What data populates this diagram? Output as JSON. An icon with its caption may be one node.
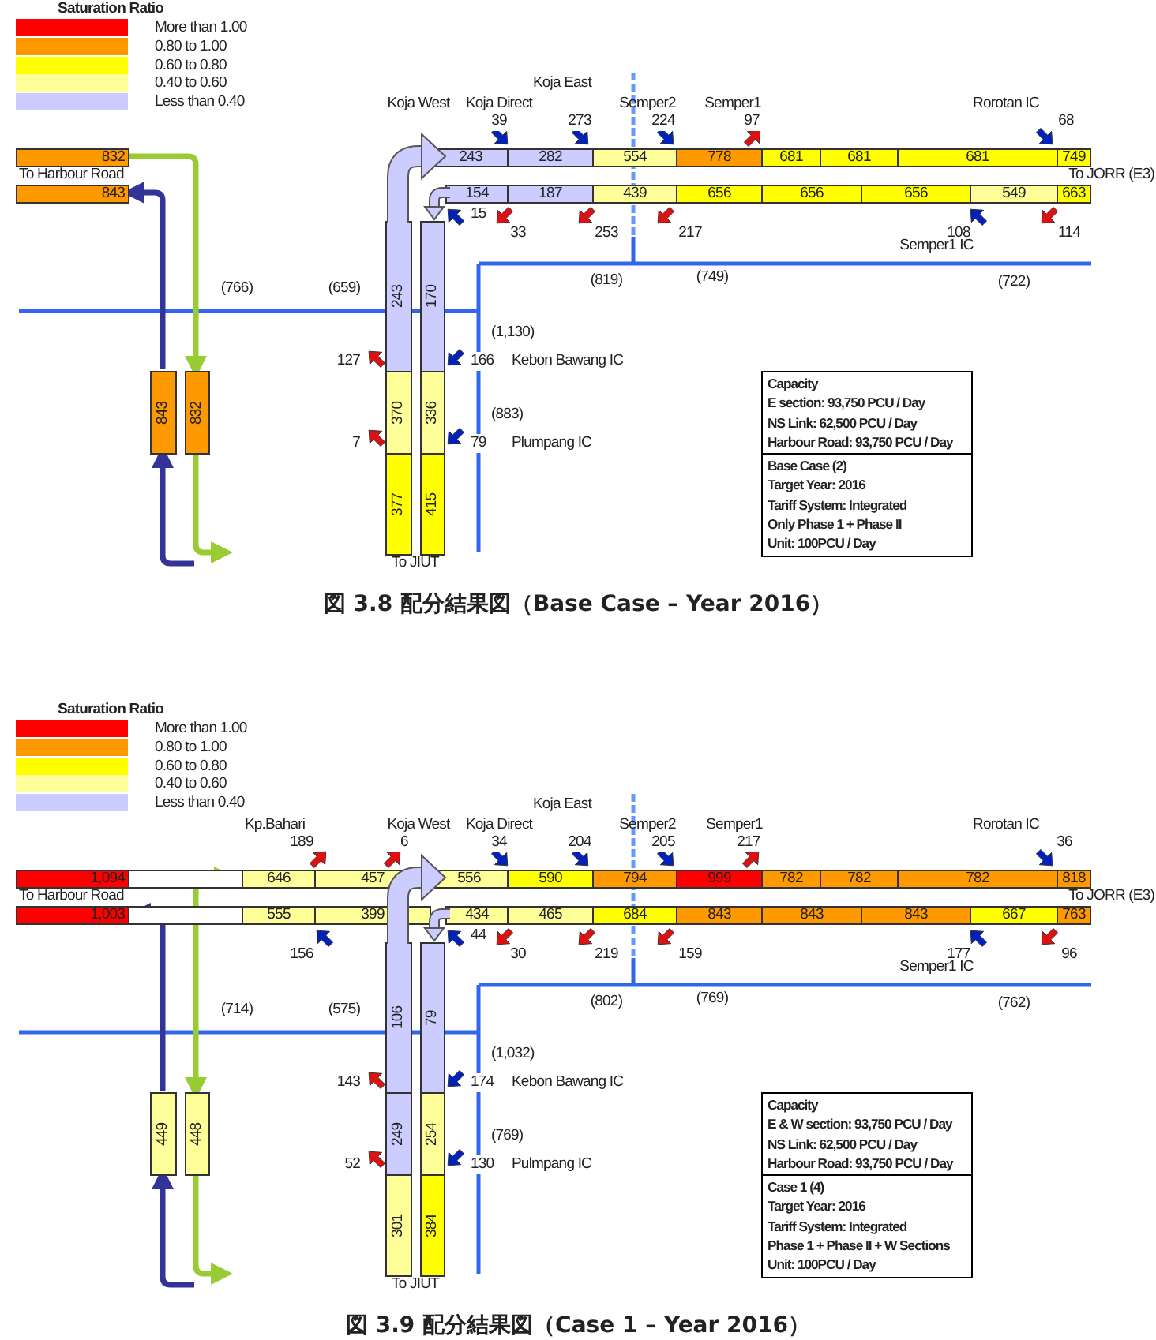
{
  "diagram": {
    "nodes": [
      {
        "text": [
          "Capacity",
          "E section: 93,750 PCU / Day",
          "NS Link: 62,500 PCU / Day",
          "Harbour Road: 93,750 PCU / Day"
        ]
      },
      {
        "text": [
          "Base Case (2)",
          "Target Year: 2016",
          "Tariff System: Integrated",
          "Only Phase 1 + Phase II",
          "Unit: 100PCU / Day"
        ]
      },
      {
        "text": [
          "Capacity",
          "E & W section: 93,750 PCU / Day",
          "NS Link: 62,500 PCU / Day",
          "Harbour Road: 93,750 PCU / Day"
        ]
      },
      {
        "text": [
          "Case 1 (4)",
          "Target Year: 2016",
          "Tariff System: Integrated",
          "Phase 1 + Phase II + W Sections",
          "Unit: 100PCU / Day"
        ]
      }
    ],
    "labels": [
      "Saturation Ratio",
      "Koja East",
      "Koja West",
      "Koja Direct",
      "Semper2",
      "Semper1",
      "Rorotan IC",
      "39",
      "273",
      "224",
      "97",
      "68",
      "832",
      "243",
      "282",
      "554",
      "778",
      "681",
      "681",
      "681",
      "749",
      "To Harbour Road",
      "To JORR (E3)",
      "843",
      "154",
      "187",
      "439",
      "656",
      "656",
      "656",
      "549",
      "663",
      "15",
      "33",
      "253",
      "217",
      "108",
      "114",
      "Semper1 IC",
      "(766)",
      "(659)",
      "(819)",
      "(749)",
      "(722)",
      "243",
      "170",
      "(1,130)",
      "127",
      "166",
      "Kebon Bawang IC",
      "843",
      "832",
      "370",
      "336",
      "(883)",
      "7",
      "79",
      "Plumpang IC",
      "377",
      "415",
      "To JIUT",
      "図 3.8  配分結果図（Base Case – Year 2016）",
      "Saturation Ratio",
      "Koja East",
      "Kp.Bahari",
      "Koja West",
      "Koja Direct",
      "Semper2",
      "Semper1",
      "Rorotan IC",
      "189",
      "6",
      "34",
      "204",
      "205",
      "217",
      "36",
      "1,094",
      "646",
      "457",
      "556",
      "590",
      "794",
      "999",
      "782",
      "782",
      "782",
      "818",
      "To Harbour Road",
      "To JORR (E3)",
      "1,003",
      "555",
      "399",
      "434",
      "465",
      "684",
      "843",
      "843",
      "843",
      "667",
      "763",
      "156",
      "44",
      "30",
      "219",
      "159",
      "177",
      "96",
      "Semper1 IC",
      "(714)",
      "(575)",
      "(802)",
      "(769)",
      "(762)",
      "106",
      "79",
      "(1,032)",
      "143",
      "174",
      "Kebon Bawang IC",
      "449",
      "448",
      "249",
      "254",
      "(769)",
      "52",
      "130",
      "Pulmpang IC",
      "301",
      "384",
      "To JIUT",
      "図 3.9  配分結果図（Case 1 – Year 2016）"
    ],
    "legend": [
      {
        "text": "More than 1.00",
        "color": "#ff0000"
      },
      {
        "text": "0.80 to 1.00",
        "color": "#ff9900"
      },
      {
        "text": "0.60 to 0.80",
        "color": "#ffff00"
      },
      {
        "text": "0.40 to 0.60",
        "color": "#ffff99"
      },
      {
        "text": "Less than 0.40",
        "color": "#ccccff"
      },
      {
        "text": "More than 1.00",
        "color": "#ff0000"
      },
      {
        "text": "0.80 to 1.00",
        "color": "#ff9900"
      },
      {
        "text": "0.60 to 0.80",
        "color": "#ffff00"
      },
      {
        "text": "0.40 to 0.60",
        "color": "#ffff99"
      },
      {
        "text": "Less than 0.40",
        "color": "#ccccff"
      }
    ]
  }
}
